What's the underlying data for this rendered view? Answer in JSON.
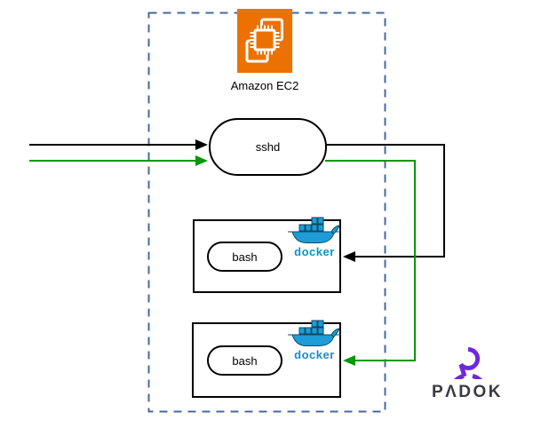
{
  "boundary": {
    "label": "Amazon EC2",
    "border_color": "#47689b"
  },
  "ec2_icon": {
    "glyph": "amazon-ec2-chip-icon",
    "background": "#ED7100",
    "glyph_color": "#ffffff"
  },
  "sshd_node": {
    "label": "sshd"
  },
  "docker_containers": [
    {
      "process": {
        "label": "bash"
      },
      "logo": {
        "label": "docker",
        "color": "#1D9CD8"
      }
    },
    {
      "process": {
        "label": "bash"
      },
      "logo": {
        "label": "docker",
        "color": "#1D9CD8"
      }
    }
  ],
  "connections": [
    {
      "id": "inbound-to-sshd-black",
      "color": "#000000"
    },
    {
      "id": "inbound-to-sshd-green",
      "color": "#009900"
    },
    {
      "id": "sshd-to-container-1-black",
      "color": "#000000"
    },
    {
      "id": "sshd-to-container-2-green",
      "color": "#009900"
    }
  ],
  "brand": {
    "name": "PADOK",
    "display_text": "PΛDOK",
    "logo_color": "#6e28d9",
    "text_color": "#3a3a44"
  }
}
